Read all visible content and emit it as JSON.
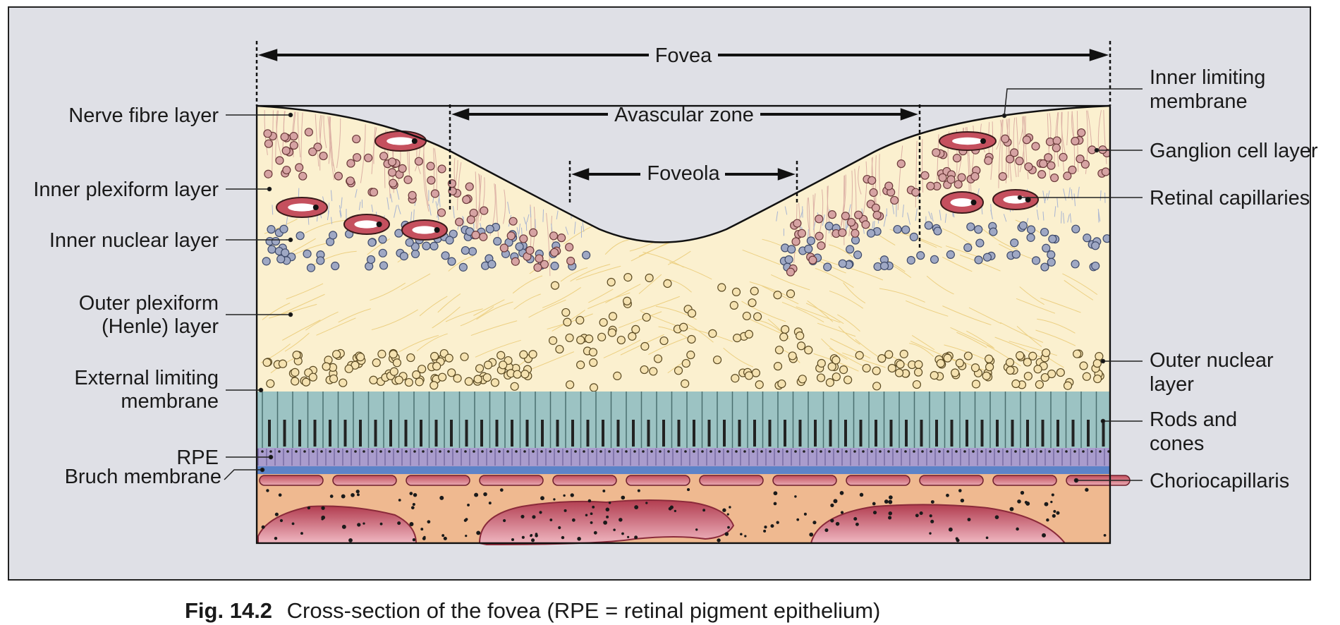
{
  "figure": {
    "dimensions": {
      "fovea": "Fovea",
      "avascular_zone": "Avascular zone",
      "foveola": "Foveola"
    },
    "labels_left": {
      "nerve_fibre": "Nerve fibre layer",
      "inner_plexiform": "Inner plexiform layer",
      "inner_nuclear": "Inner nuclear layer",
      "outer_plexiform_1": "Outer plexiform",
      "outer_plexiform_2": "(Henle) layer",
      "elm_1": "External limiting",
      "elm_2": "membrane",
      "rpe": "RPE",
      "bruch": "Bruch membrane"
    },
    "labels_right": {
      "ilm_1": "Inner limiting",
      "ilm_2": "membrane",
      "ganglion": "Ganglion cell layer",
      "capillaries": "Retinal capillaries",
      "onl_1": "Outer nuclear",
      "onl_2": "layer",
      "rods_1": "Rods and",
      "rods_2": "cones",
      "chorio": "Choriocapillaris"
    },
    "caption": {
      "number": "Fig. 14.2",
      "text": "Cross-section of the fovea (RPE = retinal pigment epithelium)"
    },
    "colors": {
      "panel": "#dfe0e6",
      "retina": "#fbf0cf",
      "ganglion_cell": "#d6a3a3",
      "inner_nuclear_cell": "#9fa8c4",
      "outer_nuclear_cell": "#f5e2b0",
      "photoreceptor": "#9cc3c3",
      "rpe": "#a99ccd",
      "bruch": "#5d83c8",
      "choroid": "#efb990",
      "vessel": "#c5505e"
    }
  }
}
